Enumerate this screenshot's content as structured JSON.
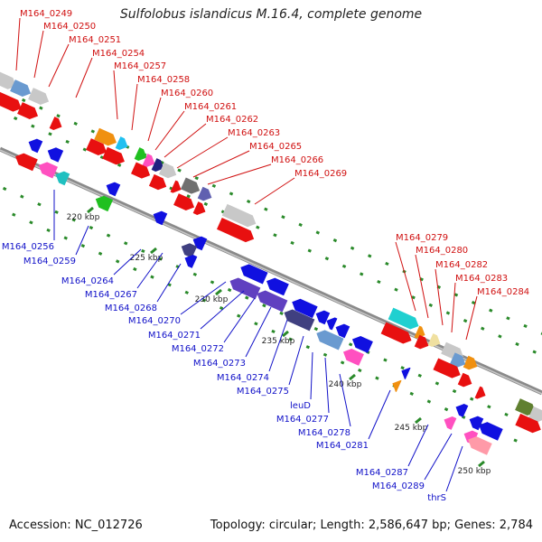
{
  "title": "Sulfolobus islandicus M.16.4, complete genome",
  "footer": {
    "accession": "Accession: NC_012726",
    "topology": "Topology: circular; Length: 2,586,647 bp; Genes: 2,784"
  },
  "colors": {
    "forward_label": "#d01010",
    "reverse_label": "#1010c8",
    "backbone": "#8a8a8a",
    "tick": "#2a8a2a"
  },
  "ruler": [
    {
      "label": "220 kbp"
    },
    {
      "label": "225 kbp"
    },
    {
      "label": "230 kbp"
    },
    {
      "label": "235 kbp"
    },
    {
      "label": "240 kbp"
    },
    {
      "label": "245 kbp"
    },
    {
      "label": "250 kbp"
    }
  ],
  "forward_genes": [
    "M164_0249",
    "M164_0250",
    "M164_0251",
    "M164_0254",
    "M164_0257",
    "M164_0258",
    "M164_0260",
    "M164_0261",
    "M164_0262",
    "M164_0263",
    "M164_0265",
    "M164_0266",
    "M164_0269",
    "M164_0279",
    "M164_0280",
    "M164_0282",
    "M164_0283",
    "M164_0284"
  ],
  "reverse_genes": [
    "M164_0256",
    "M164_0259",
    "M164_0264",
    "M164_0267",
    "M164_0268",
    "M164_0270",
    "M164_0271",
    "M164_0272",
    "M164_0273",
    "M164_0274",
    "M164_0275",
    "leuD",
    "M164_0277",
    "M164_0278",
    "M164_0281",
    "M164_0287",
    "M164_0289",
    "thrS"
  ]
}
